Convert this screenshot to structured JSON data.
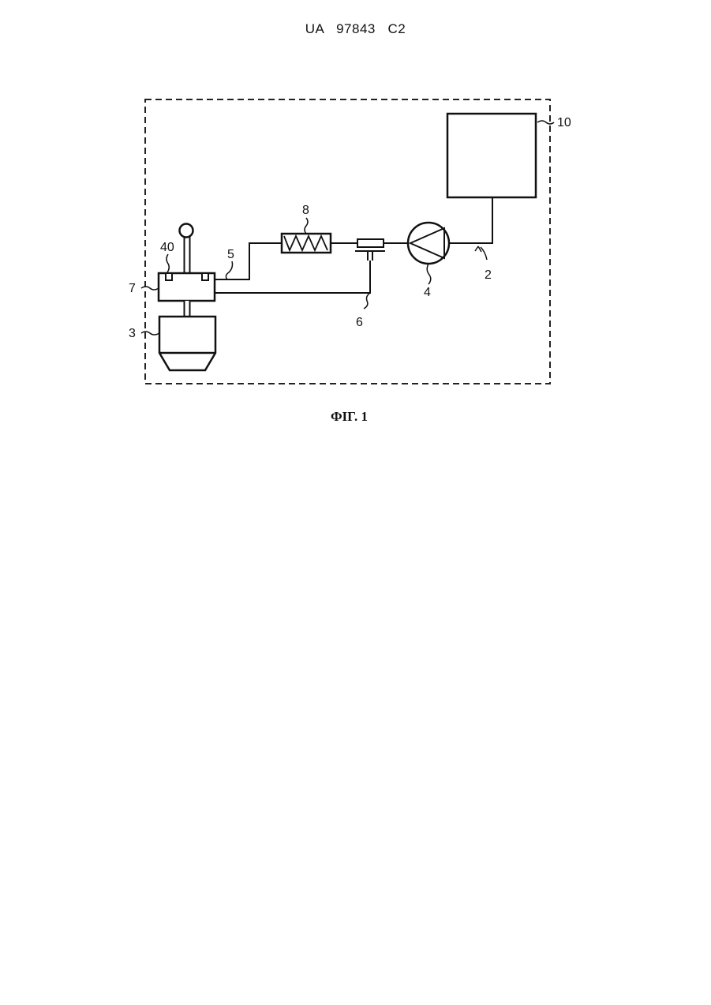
{
  "header": {
    "patent_number": "UA   97843   C2"
  },
  "figure": {
    "caption": "ФІГ. 1",
    "labels": {
      "l2": "2",
      "l3": "3",
      "l4": "4",
      "l5": "5",
      "l6": "6",
      "l7": "7",
      "l8": "8",
      "l10": "10",
      "l40": "40"
    }
  }
}
